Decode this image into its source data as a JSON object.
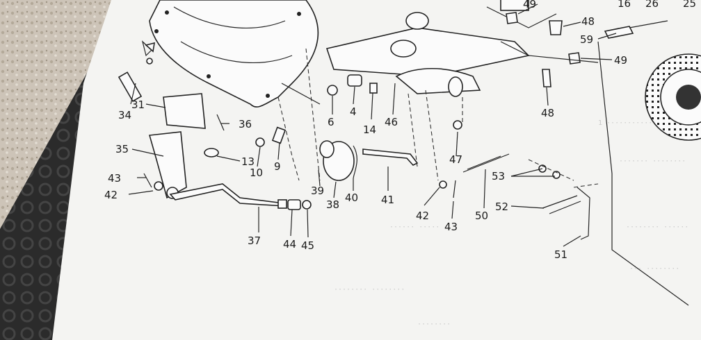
{
  "diagram": {
    "type": "exploded parts diagram photo",
    "callouts": [
      "49",
      "16",
      "26",
      "25",
      "48",
      "59",
      "49",
      "31",
      "34",
      "36",
      "6",
      "4",
      "14",
      "46",
      "48",
      "47",
      "35",
      "13",
      "10",
      "9",
      "53",
      "43",
      "42",
      "39",
      "38",
      "40",
      "41",
      "42",
      "43",
      "50",
      "52",
      "37",
      "44",
      "45",
      "51"
    ]
  },
  "colors": {
    "paper": "#f4f4f2",
    "ink": "#1e1e1e",
    "background": "#cfc6bb",
    "binder": "#2a2a2a"
  }
}
